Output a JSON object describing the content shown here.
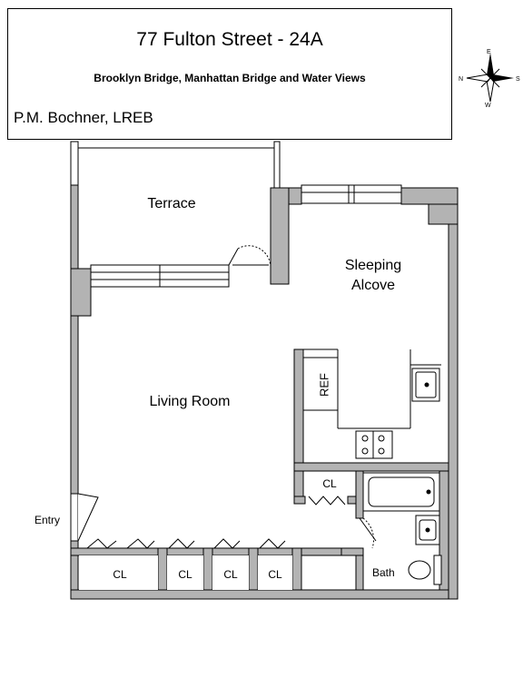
{
  "header": {
    "title": "77 Fulton Street - 24A",
    "subtitle": "Brooklyn Bridge, Manhattan Bridge and Water Views",
    "broker": "P.M. Bochner, LREB"
  },
  "compass": {
    "n": "N",
    "e": "E",
    "s": "S",
    "w": "W"
  },
  "rooms": {
    "terrace": "Terrace",
    "sleeping_line1": "Sleeping",
    "sleeping_line2": "Alcove",
    "living": "Living Room",
    "ref": "REF",
    "entry": "Entry",
    "bath": "Bath",
    "closet": "CL"
  },
  "colors": {
    "wall": "#b3b3b3",
    "outline": "#000000",
    "background": "#ffffff"
  }
}
